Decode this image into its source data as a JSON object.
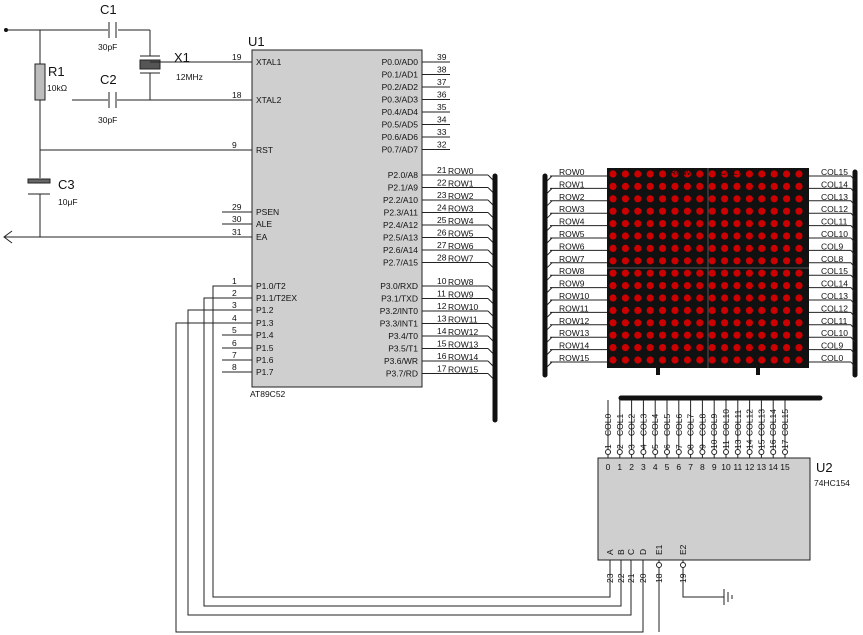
{
  "mcu": {
    "ref": "U1",
    "part": "AT89C52",
    "left_pins": [
      {
        "num": "19",
        "name": "XTAL1"
      },
      {
        "num": "18",
        "name": "XTAL2"
      },
      {
        "num": "9",
        "name": "RST"
      },
      {
        "num": "29",
        "name": "PSEN"
      },
      {
        "num": "30",
        "name": "ALE"
      },
      {
        "num": "31",
        "name": "EA"
      },
      {
        "num": "1",
        "name": "P1.0/T2"
      },
      {
        "num": "2",
        "name": "P1.1/T2EX"
      },
      {
        "num": "3",
        "name": "P1.2"
      },
      {
        "num": "4",
        "name": "P1.3"
      },
      {
        "num": "5",
        "name": "P1.4"
      },
      {
        "num": "6",
        "name": "P1.5"
      },
      {
        "num": "7",
        "name": "P1.6"
      },
      {
        "num": "8",
        "name": "P1.7"
      }
    ],
    "p0_pins": [
      {
        "num": "39",
        "name": "P0.0/AD0"
      },
      {
        "num": "38",
        "name": "P0.1/AD1"
      },
      {
        "num": "37",
        "name": "P0.2/AD2"
      },
      {
        "num": "36",
        "name": "P0.3/AD3"
      },
      {
        "num": "35",
        "name": "P0.4/AD4"
      },
      {
        "num": "34",
        "name": "P0.5/AD5"
      },
      {
        "num": "33",
        "name": "P0.6/AD6"
      },
      {
        "num": "32",
        "name": "P0.7/AD7"
      }
    ],
    "p2_pins": [
      {
        "num": "21",
        "name": "P2.0/A8",
        "net": "ROW0"
      },
      {
        "num": "22",
        "name": "P2.1/A9",
        "net": "ROW1"
      },
      {
        "num": "23",
        "name": "P2.2/A10",
        "net": "ROW2"
      },
      {
        "num": "24",
        "name": "P2.3/A11",
        "net": "ROW3"
      },
      {
        "num": "25",
        "name": "P2.4/A12",
        "net": "ROW4"
      },
      {
        "num": "26",
        "name": "P2.5/A13",
        "net": "ROW5"
      },
      {
        "num": "27",
        "name": "P2.6/A14",
        "net": "ROW6"
      },
      {
        "num": "28",
        "name": "P2.7/A15",
        "net": "ROW7"
      }
    ],
    "p3_pins": [
      {
        "num": "10",
        "name": "P3.0/RXD",
        "net": "ROW8"
      },
      {
        "num": "11",
        "name": "P3.1/TXD",
        "net": "ROW9"
      },
      {
        "num": "12",
        "name": "P3.2/INT0",
        "net": "ROW10"
      },
      {
        "num": "13",
        "name": "P3.3/INT1",
        "net": "ROW11"
      },
      {
        "num": "14",
        "name": "P3.4/T0",
        "net": "ROW12"
      },
      {
        "num": "15",
        "name": "P3.5/T1",
        "net": "ROW13"
      },
      {
        "num": "16",
        "name": "P3.6/WR",
        "net": "ROW14"
      },
      {
        "num": "17",
        "name": "P3.7/RD",
        "net": "ROW15"
      }
    ]
  },
  "components": {
    "c1": {
      "ref": "C1",
      "value": "30pF"
    },
    "c2": {
      "ref": "C2",
      "value": "30pF"
    },
    "x1": {
      "ref": "X1",
      "value": "12MHz"
    },
    "r1": {
      "ref": "R1",
      "value": "10kΩ"
    },
    "c3": {
      "ref": "C3",
      "value": "10μF"
    }
  },
  "matrix": {
    "rows": [
      "ROW0",
      "ROW1",
      "ROW2",
      "ROW3",
      "ROW4",
      "ROW5",
      "ROW6",
      "ROW7",
      "ROW8",
      "ROW9",
      "ROW10",
      "ROW11",
      "ROW12",
      "ROW13",
      "ROW14",
      "ROW15"
    ],
    "cols_right": [
      "COL15",
      "COL14",
      "COL13",
      "COL12",
      "COL11",
      "COL10",
      "COL9",
      "COL8",
      "COL15",
      "COL14",
      "COL13",
      "COL12",
      "COL11",
      "COL10",
      "COL9",
      "COL0"
    ],
    "header_left": "ROW0",
    "header_right": "COL7",
    "dot_color": "#cc0000",
    "body_color": "#111111"
  },
  "decoder": {
    "ref": "U2",
    "part": "74HC154",
    "outputs": [
      {
        "num": "1",
        "pin": "0",
        "net": "COL0"
      },
      {
        "num": "2",
        "pin": "1",
        "net": "COL1"
      },
      {
        "num": "3",
        "pin": "2",
        "net": "COL2"
      },
      {
        "num": "4",
        "pin": "3",
        "net": "COL3"
      },
      {
        "num": "5",
        "pin": "4",
        "net": "COL4"
      },
      {
        "num": "6",
        "pin": "5",
        "net": "COL5"
      },
      {
        "num": "7",
        "pin": "6",
        "net": "COL6"
      },
      {
        "num": "8",
        "pin": "7",
        "net": "COL7"
      },
      {
        "num": "9",
        "pin": "8",
        "net": "COL8"
      },
      {
        "num": "10",
        "pin": "9",
        "net": "COL9"
      },
      {
        "num": "11",
        "pin": "10",
        "net": "COL10"
      },
      {
        "num": "13",
        "pin": "11",
        "net": "COL11"
      },
      {
        "num": "14",
        "pin": "12",
        "net": "COL12"
      },
      {
        "num": "15",
        "pin": "13",
        "net": "COL13"
      },
      {
        "num": "16",
        "pin": "14",
        "net": "COL14"
      },
      {
        "num": "17",
        "pin": "15",
        "net": "COL15"
      }
    ],
    "inputs": [
      {
        "num": "23",
        "name": "A"
      },
      {
        "num": "22",
        "name": "B"
      },
      {
        "num": "21",
        "name": "C"
      },
      {
        "num": "20",
        "name": "D"
      },
      {
        "num": "18",
        "name": "E1"
      },
      {
        "num": "19",
        "name": "E2"
      }
    ]
  }
}
